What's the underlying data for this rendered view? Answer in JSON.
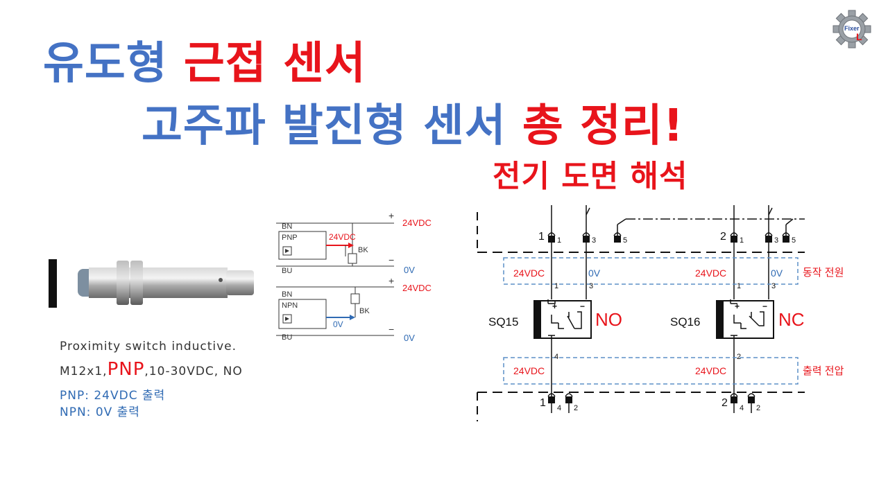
{
  "title": {
    "line1_blue": "유도형",
    "line1_red": "근접 센서",
    "line2_blue": "고주파 발진형 센서",
    "line2_red": "총 정리!",
    "line3": "전기 도면  해석"
  },
  "logo": {
    "text": "Fixer",
    "letter": "L"
  },
  "product": {
    "desc1": "Proximity  switch inductive.",
    "desc2_pre": "M12x1,",
    "desc2_pnp": "PNP",
    "desc2_post": ",10-30VDC, NO",
    "note1": "PNP: 24VDC 출력",
    "note2": "NPN: 0V 출력"
  },
  "wiring": {
    "bn": "BN",
    "bu": "BU",
    "bk": "BK",
    "pnp": "PNP",
    "npn": "NPN",
    "plus": "+",
    "minus": "−",
    "v24": "24VDC",
    "v0": "0V",
    "pnp_out": "24VDC",
    "npn_out": "0V"
  },
  "schematic": {
    "v24": "24VDC",
    "v0": "0V",
    "supply_label": "동작 전원",
    "output_label": "출력 전압",
    "sq15": "SQ15",
    "sq16": "SQ16",
    "no": "NO",
    "nc": "NC",
    "n1": "1",
    "n2": "2",
    "n3": "3",
    "n4": "4",
    "n5": "5",
    "plus": "+",
    "minus": "−"
  },
  "colors": {
    "blue": "#4472c4",
    "red": "#e8141b",
    "dash_box": "#5b8fc7"
  }
}
